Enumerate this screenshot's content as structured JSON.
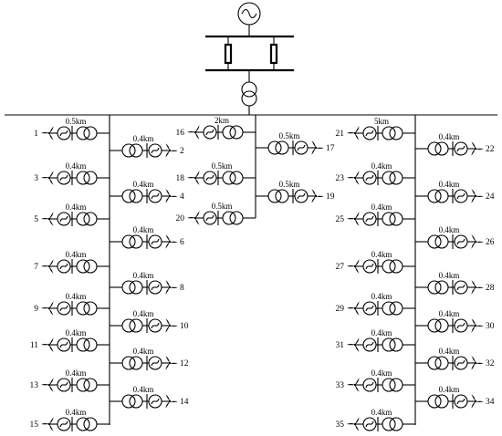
{
  "source": {
    "symbol": "ac-source"
  },
  "turbines": [
    {
      "id": "1",
      "distance": "0.5km"
    },
    {
      "id": "2",
      "distance": "0.4km"
    },
    {
      "id": "3",
      "distance": "0.4km"
    },
    {
      "id": "4",
      "distance": "0.4km"
    },
    {
      "id": "5",
      "distance": "0.4km"
    },
    {
      "id": "6",
      "distance": "0.4km"
    },
    {
      "id": "7",
      "distance": "0.4km"
    },
    {
      "id": "8",
      "distance": "0.4km"
    },
    {
      "id": "9",
      "distance": "0.4km"
    },
    {
      "id": "10",
      "distance": "0.4km"
    },
    {
      "id": "11",
      "distance": "0.4km"
    },
    {
      "id": "12",
      "distance": "0.4km"
    },
    {
      "id": "13",
      "distance": "0.4km"
    },
    {
      "id": "14",
      "distance": "0.4km"
    },
    {
      "id": "15",
      "distance": "0.4km"
    },
    {
      "id": "16",
      "distance": "2km"
    },
    {
      "id": "17",
      "distance": "0.5km"
    },
    {
      "id": "18",
      "distance": "0.5km"
    },
    {
      "id": "19",
      "distance": "0.5km"
    },
    {
      "id": "20",
      "distance": "0.5km"
    },
    {
      "id": "21",
      "distance": "5km"
    },
    {
      "id": "22",
      "distance": "0.4km"
    },
    {
      "id": "23",
      "distance": "0.4km"
    },
    {
      "id": "24",
      "distance": "0.4km"
    },
    {
      "id": "25",
      "distance": "0.4km"
    },
    {
      "id": "26",
      "distance": "0.4km"
    },
    {
      "id": "27",
      "distance": "0.4km"
    },
    {
      "id": "28",
      "distance": "0.4km"
    },
    {
      "id": "29",
      "distance": "0.4km"
    },
    {
      "id": "30",
      "distance": "0.4km"
    },
    {
      "id": "31",
      "distance": "0.4km"
    },
    {
      "id": "32",
      "distance": "0.4km"
    },
    {
      "id": "33",
      "distance": "0.4km"
    },
    {
      "id": "34",
      "distance": "0.4km"
    },
    {
      "id": "35",
      "distance": "0.4km"
    }
  ]
}
